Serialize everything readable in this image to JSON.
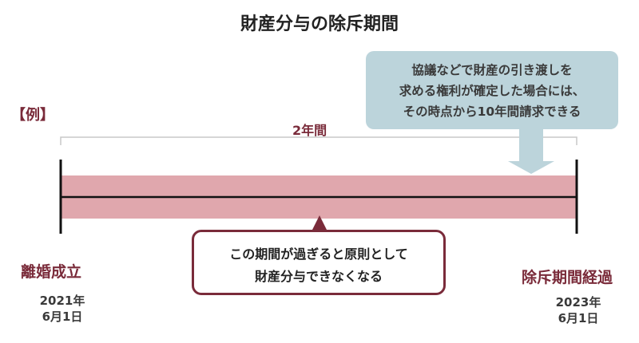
{
  "title": "財産分与の除斥期間",
  "example_label": "【例】",
  "period_label": "2年間",
  "callout_top": {
    "lines": [
      "協議などで財産の引き渡しを",
      "求める権利が確定した場合には、",
      "その時点から10年間請求できる"
    ]
  },
  "callout_bottom": {
    "lines": [
      "この期間が過ぎると原則として",
      "財産分与できなくなる"
    ]
  },
  "start": {
    "label": "離婚成立",
    "date_line1": "2021年",
    "date_line2": "6月1日"
  },
  "end": {
    "label": "除斥期間経過",
    "date_line1": "2023年",
    "date_line2": "6月1日"
  },
  "colors": {
    "band": "#e0a7ad",
    "accent": "#7a2b3a",
    "callout_top_bg": "#bcd4db",
    "bracket": "#c8c8c8"
  }
}
